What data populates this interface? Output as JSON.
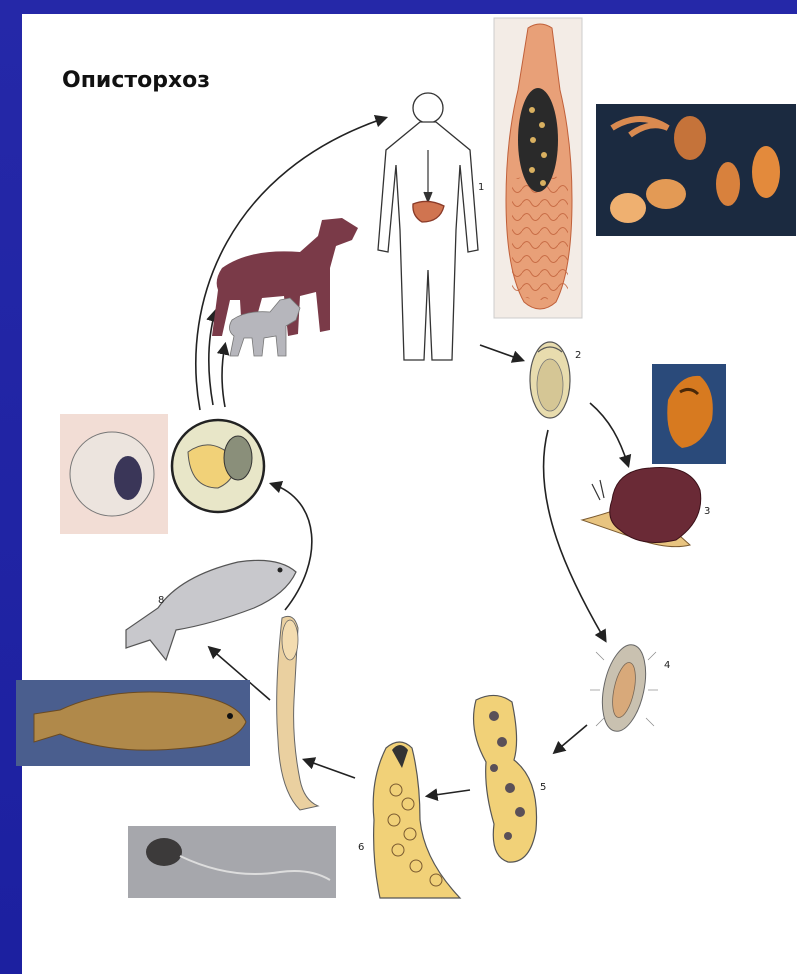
{
  "slide": {
    "title": "Описторхоз"
  },
  "stage_numbers": {
    "n1": "1",
    "n2": "2",
    "n3": "3",
    "n4": "4",
    "n5": "5",
    "n6": "6",
    "n8": "8"
  },
  "colors": {
    "background": "#1c20a0",
    "slide": "#ffffff",
    "worm": "#e8a078",
    "dog": "#7a3a48",
    "cat": "#b4b4b8",
    "sporocyst": "#f1d178",
    "snail": "#6a2a36",
    "fish_drawing": "#c8c8cc",
    "photo_dark": "#1b2a40"
  }
}
